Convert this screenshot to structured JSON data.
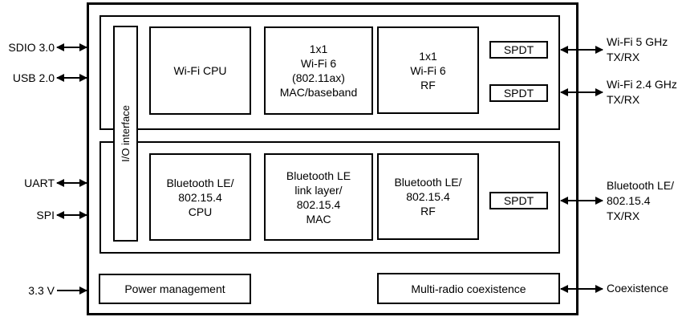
{
  "diagram": {
    "title": "",
    "colors": {
      "line": "#000000",
      "background": "#ffffff",
      "block_fill": "#ffffff"
    },
    "io_interface": {
      "label": "I/O interface"
    },
    "wifi_section": {
      "cpu": {
        "lines": [
          "Wi-Fi CPU"
        ]
      },
      "mac": {
        "lines": [
          "1x1",
          "Wi-Fi 6",
          "(802.11ax)",
          "MAC/baseband"
        ]
      },
      "rf": {
        "lines": [
          "1x1",
          "Wi-Fi 6",
          "RF"
        ]
      },
      "spdt1": {
        "label": "SPDT"
      },
      "spdt2": {
        "label": "SPDT"
      }
    },
    "bt_section": {
      "cpu": {
        "lines": [
          "Bluetooth LE/",
          "802.15.4",
          "CPU"
        ]
      },
      "mac": {
        "lines": [
          "Bluetooth LE",
          "link layer/",
          "802.15.4",
          "MAC"
        ]
      },
      "rf": {
        "lines": [
          "Bluetooth LE/",
          "802.15.4",
          "RF"
        ]
      },
      "spdt": {
        "label": "SPDT"
      }
    },
    "power_management": {
      "label": "Power management"
    },
    "coexistence_block": {
      "label": "Multi-radio coexistence"
    },
    "left_ports": [
      {
        "label": "SDIO 3.0",
        "direction": "bidirectional"
      },
      {
        "label": "USB 2.0",
        "direction": "bidirectional"
      },
      {
        "label": "UART",
        "direction": "bidirectional"
      },
      {
        "label": "SPI",
        "direction": "bidirectional"
      },
      {
        "label": "3.3 V",
        "direction": "input"
      }
    ],
    "right_ports": [
      {
        "lines": [
          "Wi-Fi 5 GHz",
          "TX/RX"
        ],
        "direction": "bidirectional"
      },
      {
        "lines": [
          "Wi-Fi 2.4 GHz",
          "TX/RX"
        ],
        "direction": "bidirectional"
      },
      {
        "lines": [
          "Bluetooth LE/",
          "802.15.4",
          "TX/RX"
        ],
        "direction": "bidirectional"
      },
      {
        "lines": [
          "Coexistence"
        ],
        "direction": "bidirectional"
      }
    ]
  }
}
